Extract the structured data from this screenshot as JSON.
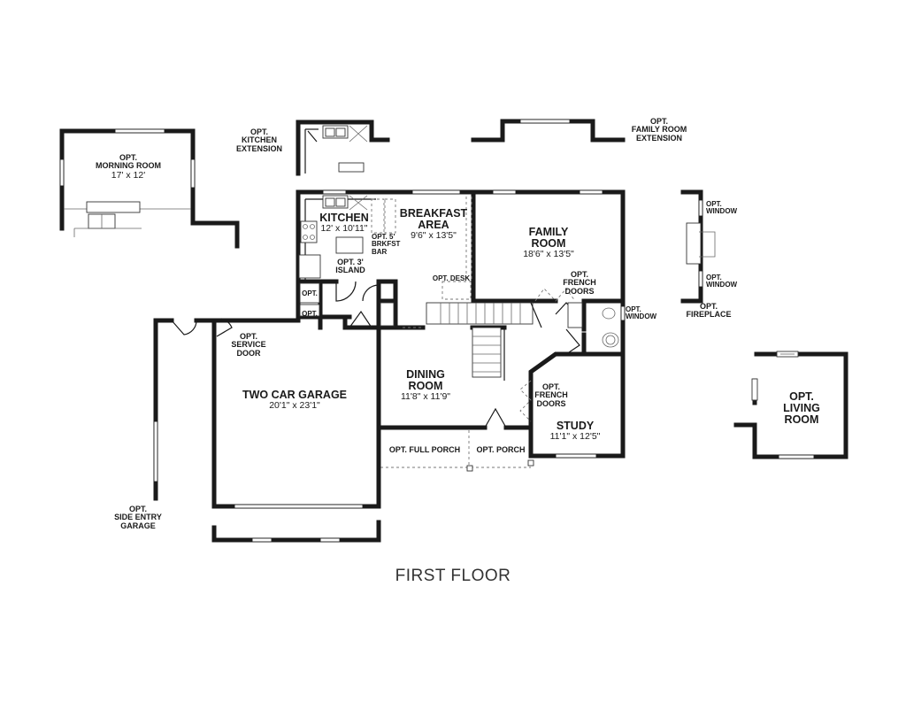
{
  "floor_title": "FIRST FLOOR",
  "rooms": {
    "morning_room": {
      "opt": "OPT.",
      "name": "MORNING ROOM",
      "dims": "17' x 12'"
    },
    "kitchen_extension": {
      "l1": "OPT.",
      "l2": "KITCHEN",
      "l3": "EXTENSION"
    },
    "family_room_extension": {
      "l1": "OPT.",
      "l2": "FAMILY ROOM",
      "l3": "EXTENSION"
    },
    "kitchen": {
      "name": "KITCHEN",
      "dims": "12' x 10'11\""
    },
    "breakfast_area": {
      "l1": "BREAKFAST",
      "l2": "AREA",
      "dims": "9'6\" x 13'5\""
    },
    "breakfast_bar": {
      "l1": "OPT. 5'",
      "l2": "BRKFST",
      "l3": "BAR"
    },
    "island": {
      "l1": "OPT. 3'",
      "l2": "ISLAND"
    },
    "pantry_1": "OPT.",
    "pantry_2": "OPT.",
    "desk": "OPT. DESK",
    "family_room": {
      "l1": "FAMILY",
      "l2": "ROOM",
      "dims": "18'6\" x 13'5\""
    },
    "family_french_doors": {
      "l1": "OPT.",
      "l2": "FRENCH",
      "l3": "DOORS"
    },
    "powder_window": {
      "l1": "OPT.",
      "l2": "WINDOW"
    },
    "fireplace_window_top": {
      "l1": "OPT.",
      "l2": "WINDOW"
    },
    "fireplace_window_bottom": {
      "l1": "OPT.",
      "l2": "WINDOW"
    },
    "fireplace": {
      "l1": "OPT.",
      "l2": "FIREPLACE"
    },
    "service_door": {
      "l1": "OPT.",
      "l2": "SERVICE",
      "l3": "DOOR"
    },
    "garage": {
      "name": "TWO CAR GARAGE",
      "dims": "20'1\" x 23'1\""
    },
    "dining_room": {
      "l1": "DINING",
      "l2": "ROOM",
      "dims": "11'8\" x 11'9\""
    },
    "study_french_doors": {
      "l1": "OPT.",
      "l2": "FRENCH",
      "l3": "DOORS"
    },
    "study": {
      "name": "STUDY",
      "dims": "11'1\" x 12'5\""
    },
    "full_porch": "OPT. FULL PORCH",
    "porch": "OPT. PORCH",
    "side_entry_garage": {
      "l1": "OPT.",
      "l2": "SIDE ENTRY",
      "l3": "GARAGE"
    },
    "living_room": {
      "l1": "OPT.",
      "l2": "LIVING",
      "l3": "ROOM"
    }
  }
}
